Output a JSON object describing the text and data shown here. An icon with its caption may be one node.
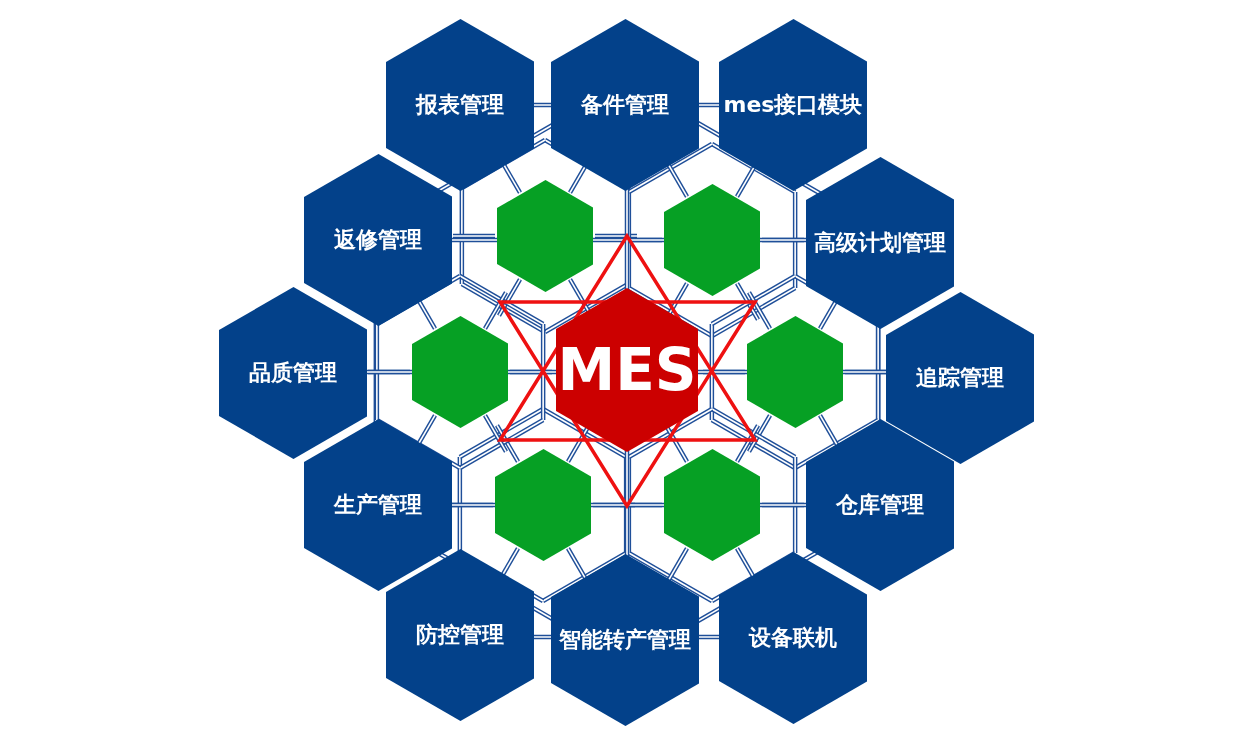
{
  "diagram": {
    "nodes": [
      {
        "text": [
          "报表管理"
        ]
      },
      {
        "text": [
          "备件管理"
        ]
      },
      {
        "text": [
          "mes接口模块"
        ]
      },
      {
        "text": [
          "返修管理"
        ]
      },
      {
        "text": [],
        "shape": "hexagon"
      },
      {
        "text": [],
        "shape": "hexagon"
      },
      {
        "text": [
          "高级计划管理"
        ]
      },
      {
        "text": [
          "品质管理"
        ]
      },
      {
        "text": [],
        "shape": "hexagon"
      },
      {
        "text": [
          "MES"
        ]
      },
      {
        "text": [],
        "shape": "hexagon"
      },
      {
        "text": [
          "追踪管理"
        ]
      },
      {
        "text": [
          "生产管理"
        ]
      },
      {
        "text": [],
        "shape": "hexagon"
      },
      {
        "text": [],
        "shape": "hexagon"
      },
      {
        "text": [
          "仓库管理"
        ]
      },
      {
        "text": [
          "防控管理"
        ]
      },
      {
        "text": [
          "智能转产管理"
        ]
      },
      {
        "text": [
          "设备联机"
        ]
      }
    ]
  }
}
